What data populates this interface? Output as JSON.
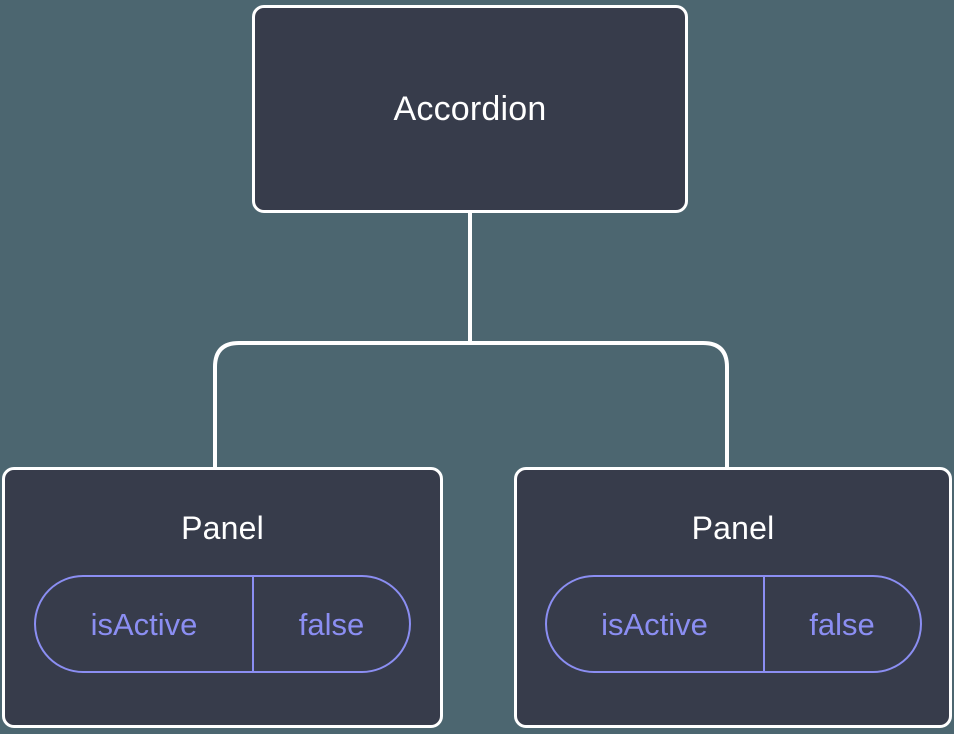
{
  "diagram": {
    "type": "component-tree",
    "background_color": "#4c6670",
    "node_fill_color": "#373c4b",
    "node_border_color": "#ffffff",
    "edge_color": "#ffffff",
    "prop_accent_color": "#8b8ef2",
    "title_color": "#ffffff",
    "root": {
      "label": "Accordion"
    },
    "children": [
      {
        "label": "Panel",
        "props": [
          {
            "key": "isActive",
            "value": "false"
          }
        ]
      },
      {
        "label": "Panel",
        "props": [
          {
            "key": "isActive",
            "value": "false"
          }
        ]
      }
    ]
  }
}
